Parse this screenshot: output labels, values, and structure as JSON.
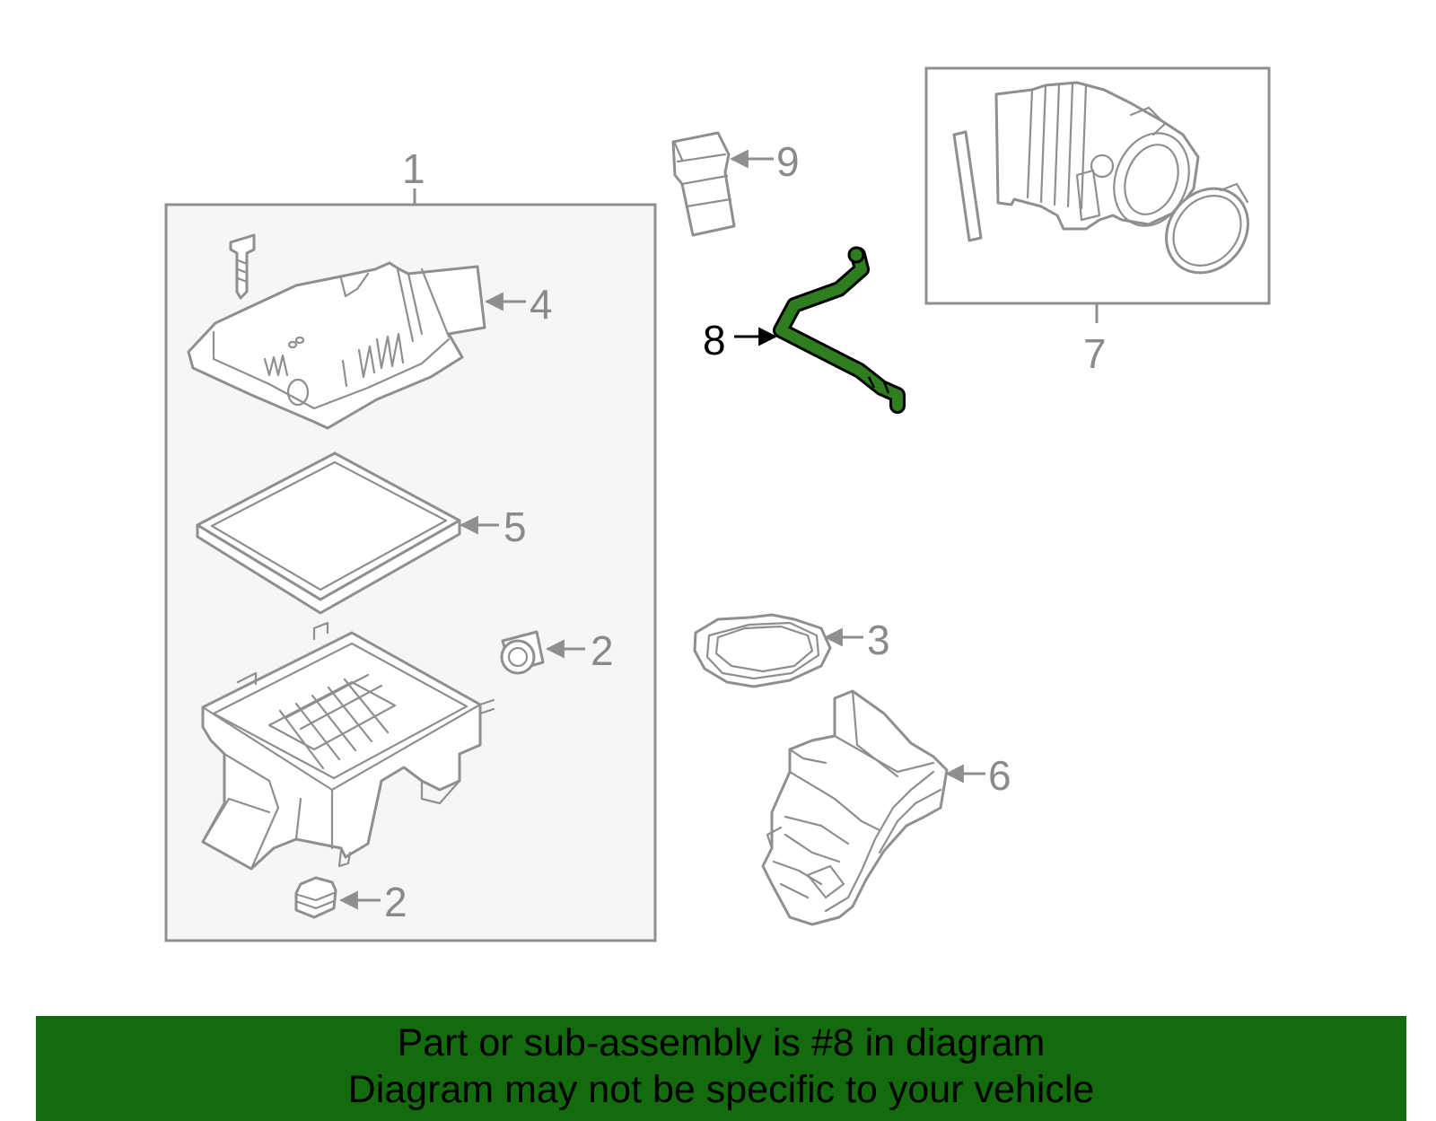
{
  "colors": {
    "banner_bg": "#146b0e",
    "highlight_part": "#2e7d1e",
    "box_fill": "#f6f6f6",
    "line_gray": "#8f8f8f"
  },
  "callouts": {
    "c1": "1",
    "c2a": "2",
    "c2b": "2",
    "c3": "3",
    "c4": "4",
    "c5": "5",
    "c6": "6",
    "c7": "7",
    "c8": "8",
    "c9": "9"
  },
  "highlighted_part": "8",
  "banner": {
    "line1": "Part or sub-assembly is #8 in diagram",
    "line2": "Diagram may not be specific to your vehicle"
  }
}
